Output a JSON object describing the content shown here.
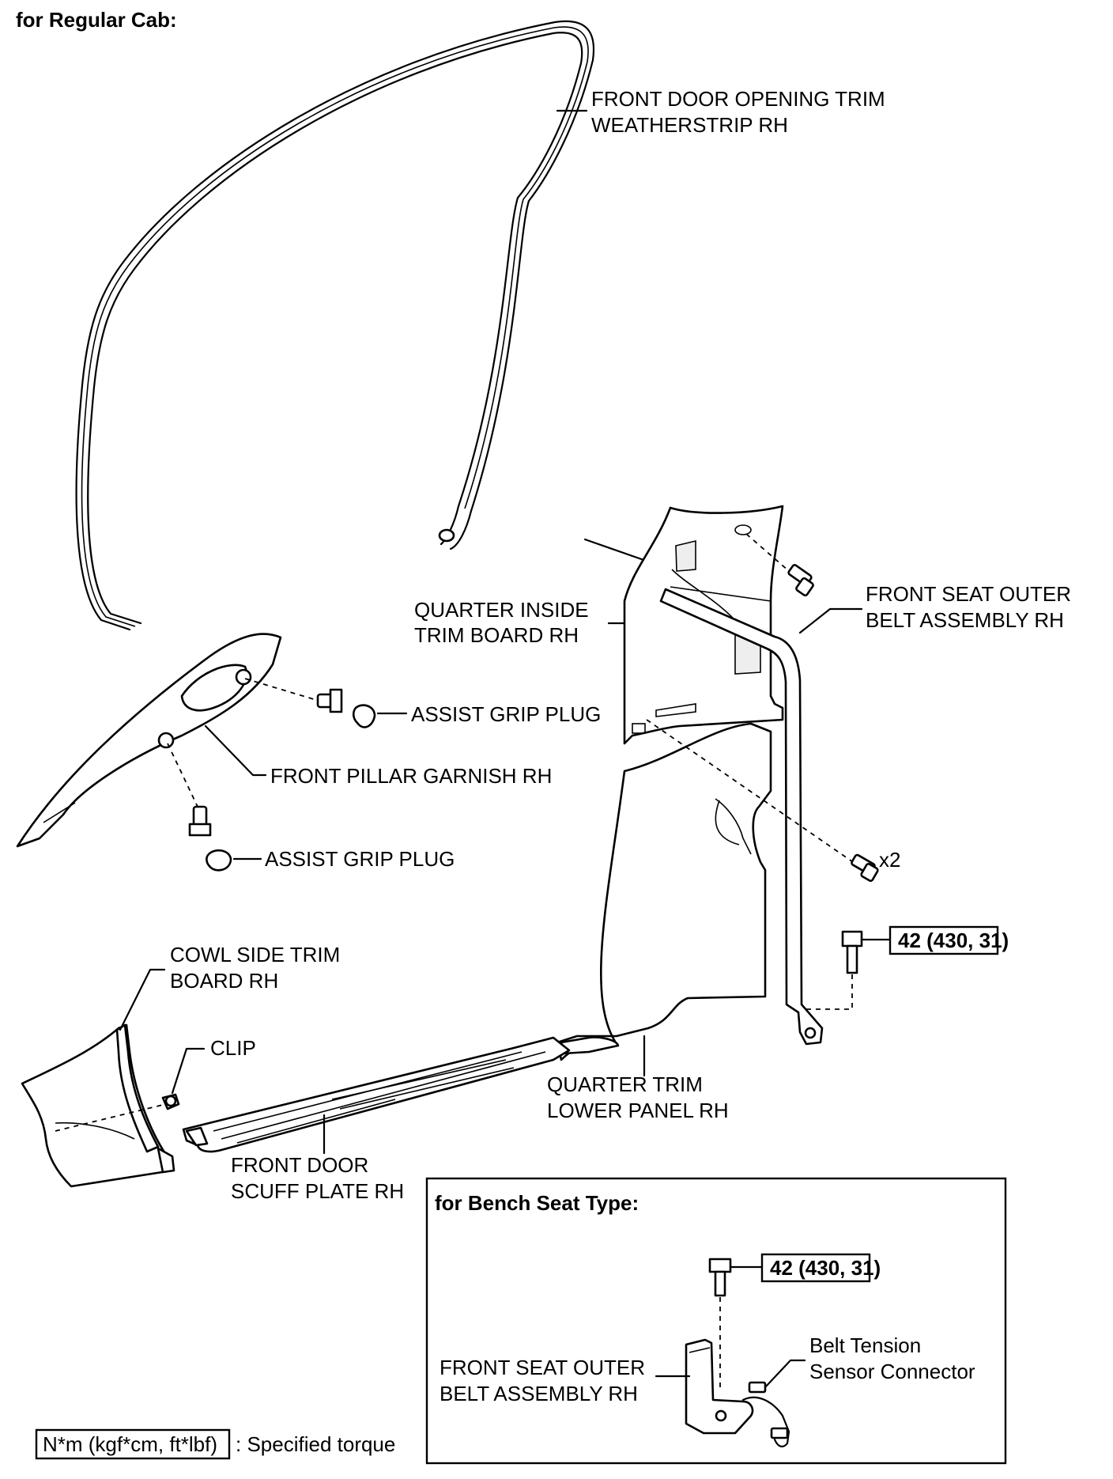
{
  "heading": "for Regular Cab:",
  "labels": {
    "weatherstrip_1": "FRONT DOOR OPENING TRIM",
    "weatherstrip_2": "WEATHERSTRIP RH",
    "quarter_inside_1": "QUARTER INSIDE",
    "quarter_inside_2": "TRIM BOARD RH",
    "belt_assembly_1": "FRONT SEAT OUTER",
    "belt_assembly_2": "BELT ASSEMBLY RH",
    "assist_grip_plug_upper": "ASSIST GRIP PLUG",
    "front_pillar_garnish": "FRONT PILLAR GARNISH RH",
    "assist_grip_plug_lower": "ASSIST GRIP PLUG",
    "bolt_count": "x2",
    "cowl_side_1": "COWL SIDE TRIM",
    "cowl_side_2": "BOARD RH",
    "clip": "CLIP",
    "quarter_lower_1": "QUARTER TRIM",
    "quarter_lower_2": "LOWER PANEL RH",
    "scuff_plate_1": "FRONT DOOR",
    "scuff_plate_2": "SCUFF PLATE RH"
  },
  "torque_main": "42 (430, 31)",
  "inset": {
    "title": "for Bench Seat Type:",
    "torque": "42 (430, 31)",
    "belt_1": "FRONT SEAT OUTER",
    "belt_2": "BELT ASSEMBLY RH",
    "sensor_1": "Belt Tension",
    "sensor_2": "Sensor Connector"
  },
  "legend": {
    "unit": "N*m (kgf*cm, ft*lbf)",
    "description": ": Specified torque"
  }
}
